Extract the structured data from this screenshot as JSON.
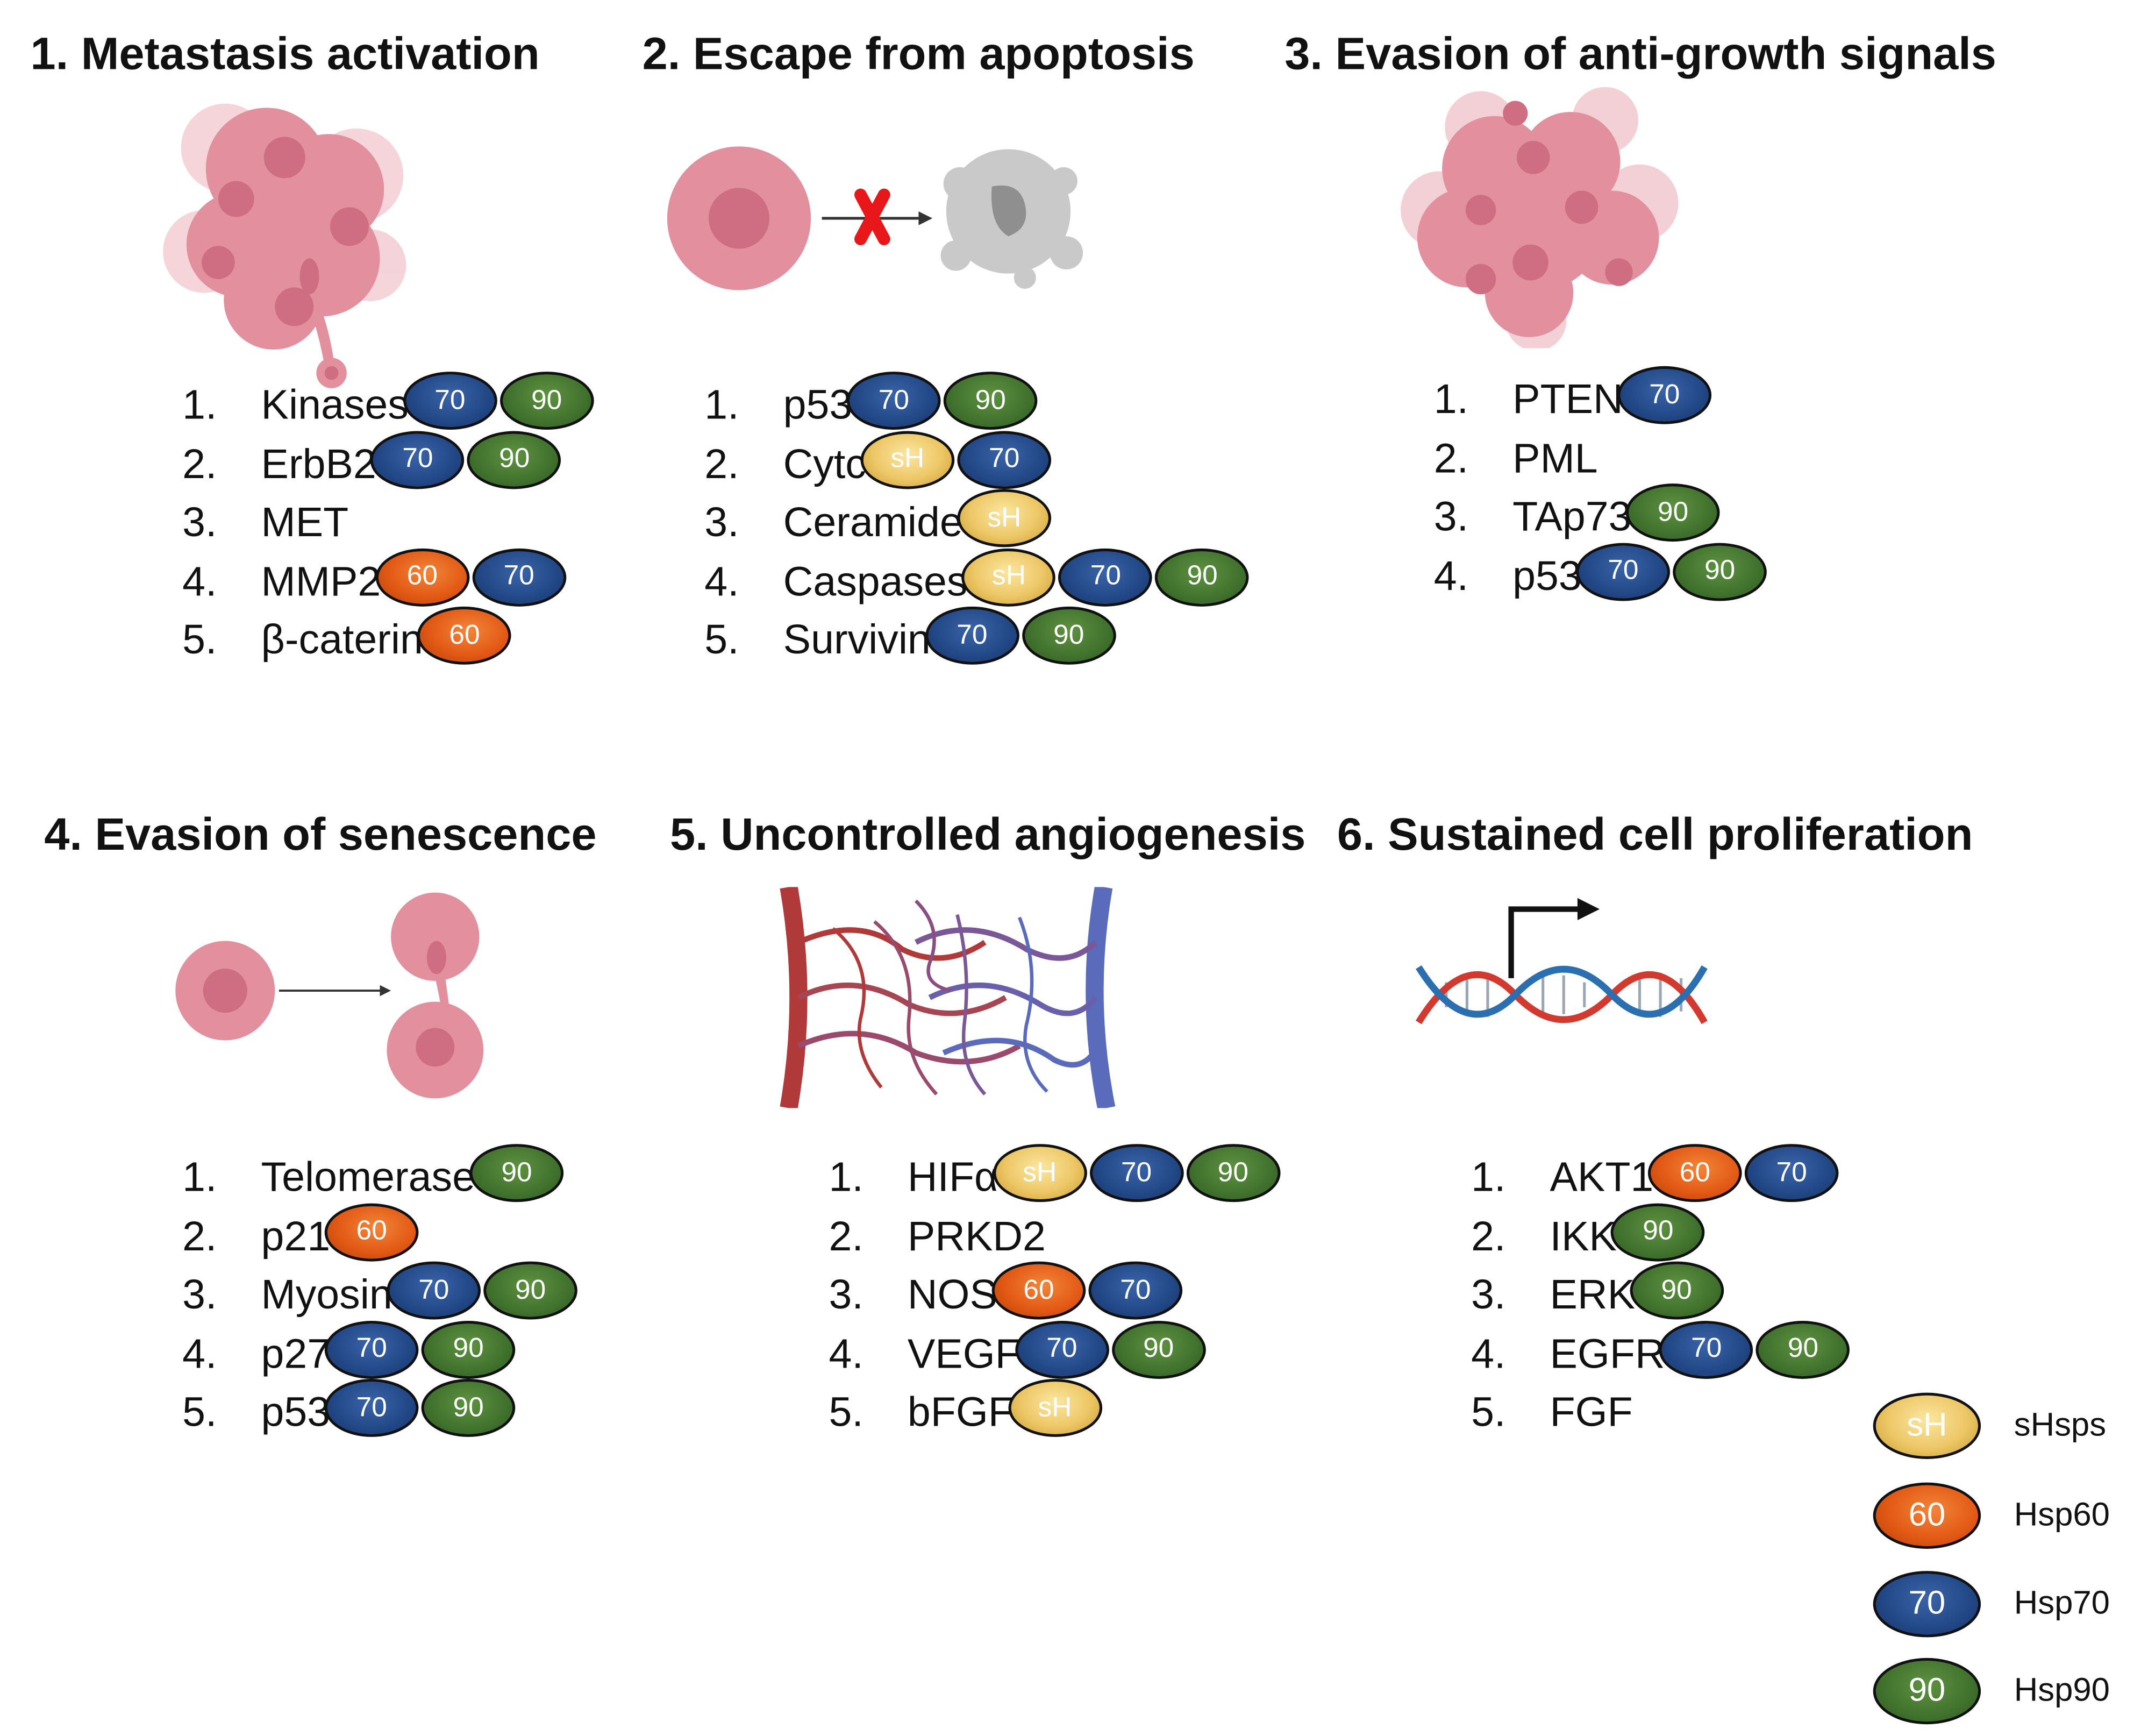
{
  "colors": {
    "sH": "#edc766",
    "60": "#e35a15",
    "70": "#244a8a",
    "90": "#447530",
    "cell": "#e28f9e",
    "artery": "#b03a3a",
    "vein": "#5a6bbb"
  },
  "panels": [
    {
      "title": "1. Metastasis activation",
      "items": [
        {
          "num": "1.",
          "name": "Kinases",
          "badges": [
            "70",
            "90"
          ]
        },
        {
          "num": "2.",
          "name": "ErbB2",
          "badges": [
            "70",
            "90"
          ]
        },
        {
          "num": "3.",
          "name": "MET",
          "badges": []
        },
        {
          "num": "4.",
          "name": "MMP2",
          "badges": [
            "60",
            "70"
          ]
        },
        {
          "num": "5.",
          "name": "β-caterin",
          "badges": [
            "60"
          ]
        }
      ]
    },
    {
      "title": "2. Escape from apoptosis",
      "items": [
        {
          "num": "1.",
          "name": "p53",
          "badges": [
            "70",
            "90"
          ]
        },
        {
          "num": "2.",
          "name": "Cytc",
          "badges": [
            "sH",
            "70"
          ]
        },
        {
          "num": "3.",
          "name": "Ceramide",
          "badges": [
            "sH"
          ]
        },
        {
          "num": "4.",
          "name": "Caspases",
          "badges": [
            "sH",
            "70",
            "90"
          ]
        },
        {
          "num": "5.",
          "name": "Survivin",
          "badges": [
            "70",
            "90"
          ]
        }
      ]
    },
    {
      "title": "3. Evasion of anti-growth signals",
      "items": [
        {
          "num": "1.",
          "name": "PTEN",
          "badges": [
            "70"
          ]
        },
        {
          "num": "2.",
          "name": "PML",
          "badges": []
        },
        {
          "num": "3.",
          "name": "TAp73",
          "badges": [
            "90"
          ]
        },
        {
          "num": "4.",
          "name": "p53",
          "badges": [
            "70",
            "90"
          ]
        }
      ]
    },
    {
      "title": "4. Evasion of senescence",
      "items": [
        {
          "num": "1.",
          "name": "Telomerase",
          "badges": [
            "90"
          ]
        },
        {
          "num": "2.",
          "name": "p21",
          "badges": [
            "60"
          ]
        },
        {
          "num": "3.",
          "name": "Myosin",
          "badges": [
            "70",
            "90"
          ]
        },
        {
          "num": "4.",
          "name": "p27",
          "badges": [
            "70",
            "90"
          ]
        },
        {
          "num": "5.",
          "name": "p53",
          "badges": [
            "70",
            "90"
          ]
        }
      ]
    },
    {
      "title": "5. Uncontrolled angiogenesis",
      "items": [
        {
          "num": "1.",
          "name": "HIFα",
          "badges": [
            "sH",
            "70",
            "90"
          ]
        },
        {
          "num": "2.",
          "name": "PRKD2",
          "badges": []
        },
        {
          "num": "3.",
          "name": "NOS",
          "badges": [
            "60",
            "70"
          ]
        },
        {
          "num": "4.",
          "name": "VEGF",
          "badges": [
            "70",
            "90"
          ]
        },
        {
          "num": "5.",
          "name": "bFGF",
          "badges": [
            "sH"
          ]
        }
      ]
    },
    {
      "title": "6. Sustained cell proliferation",
      "items": [
        {
          "num": "1.",
          "name": "AKT1",
          "badges": [
            "60",
            "70"
          ]
        },
        {
          "num": "2.",
          "name": "IKK",
          "badges": [
            "90"
          ]
        },
        {
          "num": "3.",
          "name": "ERK",
          "badges": [
            "90"
          ]
        },
        {
          "num": "4.",
          "name": "EGFR",
          "badges": [
            "70",
            "90"
          ]
        },
        {
          "num": "5.",
          "name": "FGF",
          "badges": []
        }
      ]
    }
  ],
  "legend": [
    {
      "badge": "sH",
      "label": "sHsps"
    },
    {
      "badge": "60",
      "label": "Hsp60"
    },
    {
      "badge": "70",
      "label": "Hsp70"
    },
    {
      "badge": "90",
      "label": "Hsp90"
    }
  ]
}
